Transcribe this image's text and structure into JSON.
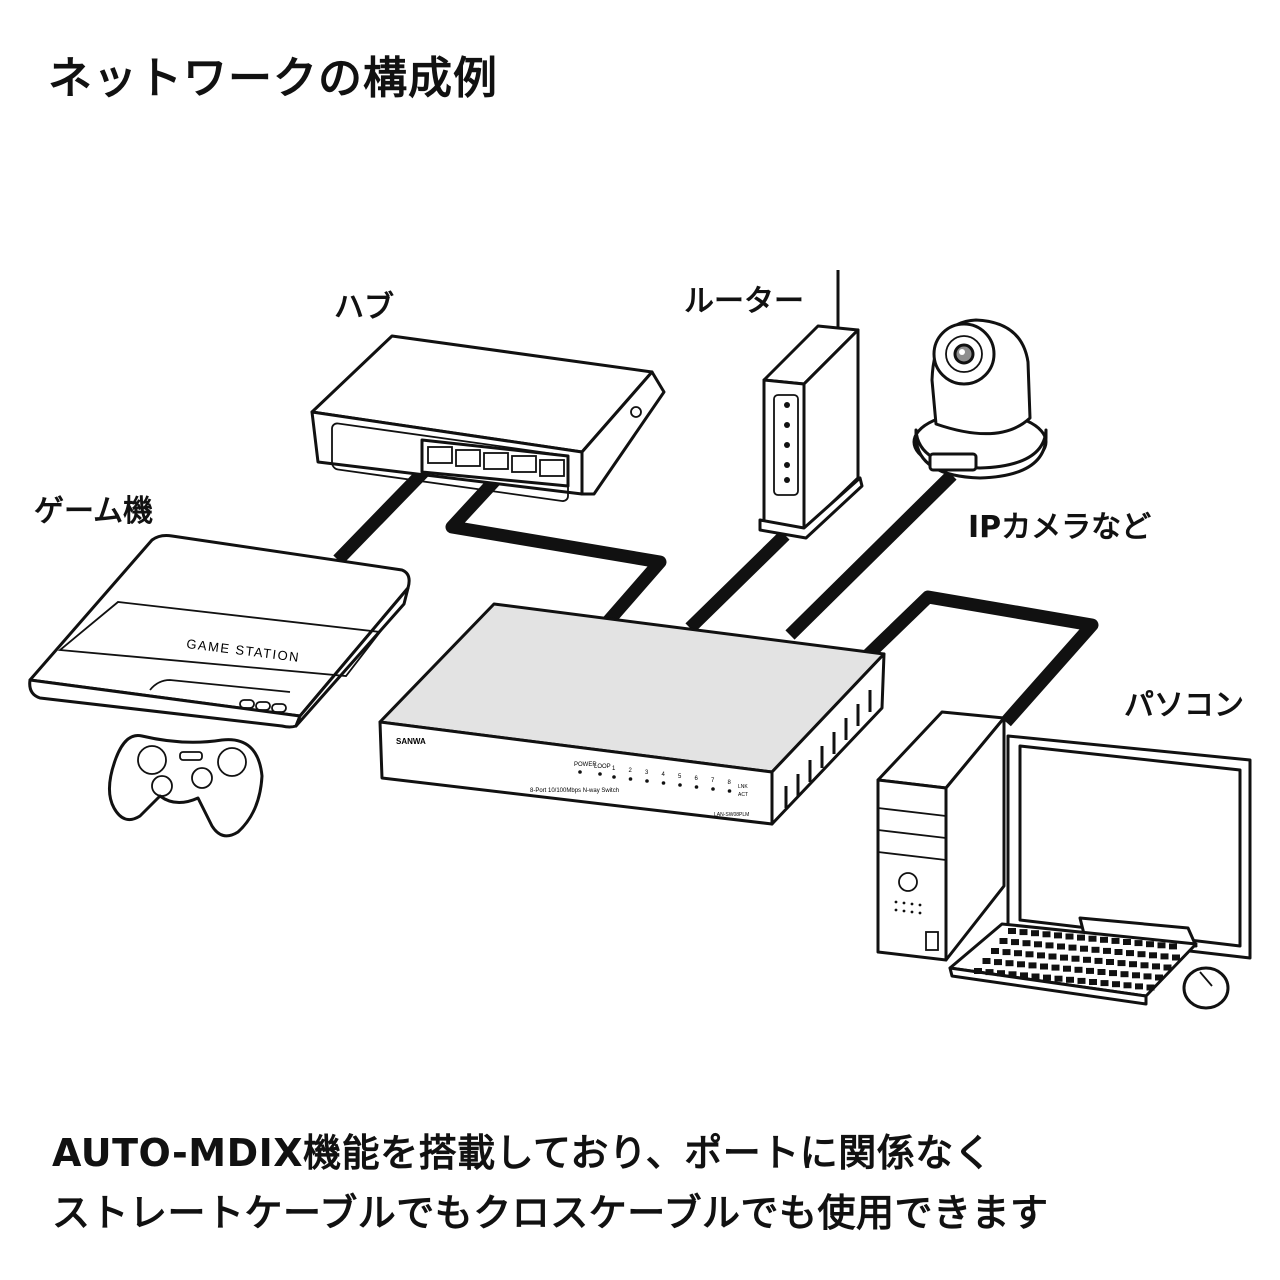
{
  "title": "ネットワークの構成例",
  "labels": {
    "hub": "ハブ",
    "router": "ルーター",
    "game": "ゲーム機",
    "camera": "IPカメラなど",
    "pc": "パソコン"
  },
  "console_text": "GAME STATION",
  "switch_panel": {
    "brand": "SANWA",
    "power": "POWER",
    "loop": "LOOP",
    "ports": [
      "1",
      "2",
      "3",
      "4",
      "5",
      "6",
      "7",
      "8"
    ],
    "lnk": "LNK",
    "act": "ACT",
    "model_desc": "8-Port 10/100Mbps N-way Switch",
    "model_no": "LAN-SW08PLM"
  },
  "caption": {
    "line1": "AUTO-MDIX機能を搭載しており、ポートに関係なく",
    "line2": "ストレートケーブルでもクロスケーブルでも使用できます"
  }
}
